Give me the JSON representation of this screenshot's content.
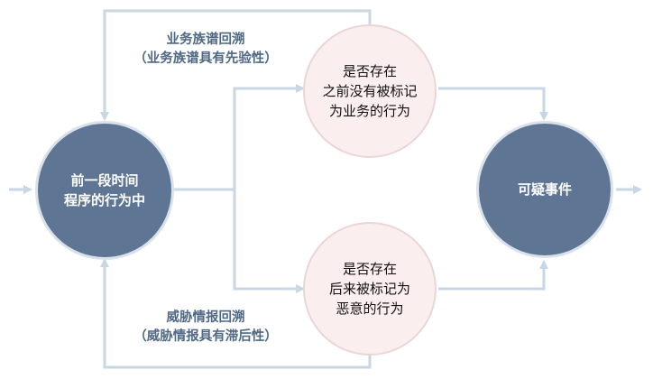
{
  "nodes": {
    "source": {
      "lines": [
        "前一段时间",
        "程序的行为中"
      ],
      "color": "#5f7594"
    },
    "check_benign": {
      "lines": [
        "是否存在",
        "之前没有被标记",
        "为业务的行为"
      ],
      "color": "#fbeeee"
    },
    "check_malicious": {
      "lines": [
        "是否存在",
        "后来被标记为",
        "恶意的行为"
      ],
      "color": "#fbeeee"
    },
    "result": {
      "lines": [
        "可疑事件"
      ],
      "color": "#5f7594"
    }
  },
  "feedback": {
    "top": {
      "lines": [
        "业务族谱回溯",
        "（业务族谱具有先验性）"
      ]
    },
    "bottom": {
      "lines": [
        "威胁情报回溯",
        "（威胁情报具有滞后性）"
      ]
    }
  },
  "colors": {
    "connector": "#c9d6e3",
    "caption_text": "#4f6985"
  }
}
